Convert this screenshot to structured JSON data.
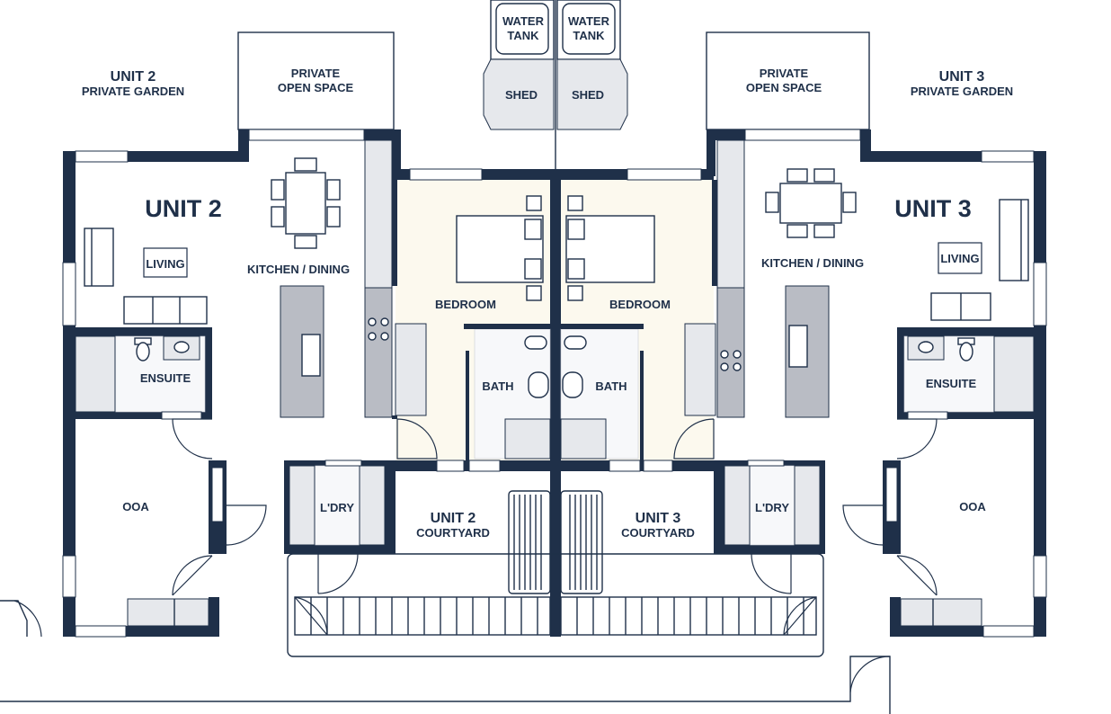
{
  "labels": {
    "unit2_garden_title": "UNIT 2",
    "unit2_garden_sub": "PRIVATE GARDEN",
    "unit3_garden_title": "UNIT 3",
    "unit3_garden_sub": "PRIVATE GARDEN",
    "pos_left_1": "PRIVATE",
    "pos_left_2": "OPEN SPACE",
    "pos_right_1": "PRIVATE",
    "pos_right_2": "OPEN SPACE",
    "water_tank_left_1": "WATER",
    "water_tank_left_2": "TANK",
    "water_tank_right_1": "WATER",
    "water_tank_right_2": "TANK",
    "shed_left": "SHED",
    "shed_right": "SHED",
    "unit2_name": "UNIT 2",
    "unit3_name": "UNIT 3",
    "living_left": "LIVING",
    "living_right": "LIVING",
    "kitchen_left": "KITCHEN / DINING",
    "kitchen_right": "KITCHEN / DINING",
    "bedroom_left": "BEDROOM",
    "bedroom_right": "BEDROOM",
    "bath_left": "BATH",
    "bath_right": "BATH",
    "ensuite_left": "ENSUITE",
    "ensuite_right": "ENSUITE",
    "ooa_left": "OOA",
    "ooa_right": "OOA",
    "ldry_left": "L'DRY",
    "ldry_right": "L'DRY",
    "courtyard2_1": "UNIT 2",
    "courtyard2_2": "COURTYARD",
    "courtyard3_1": "UNIT 3",
    "courtyard3_2": "COURTYARD"
  },
  "colors": {
    "wall": "#1f3049",
    "bedroom_floor": "#fcf9ee",
    "joinery": "#b9bcc4"
  }
}
